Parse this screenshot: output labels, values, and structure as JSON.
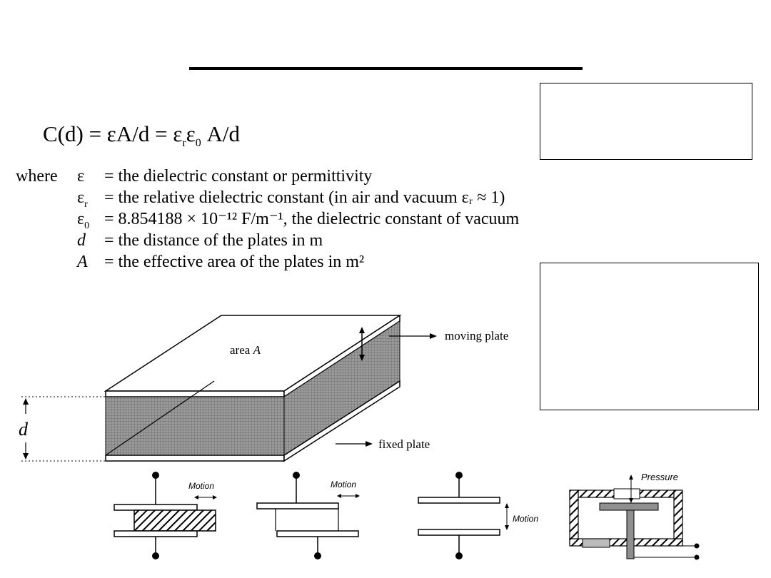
{
  "formula": {
    "lhs": "C(d)",
    "eq1": "= εA/d",
    "eq2": "= ε",
    "sub_r": "r",
    "mid": "ε",
    "sub_0": "0",
    "tail": " A/d"
  },
  "definitions": {
    "where": "where",
    "rows": [
      {
        "sym": "ε",
        "sub": "",
        "text": "= the dielectric constant or permittivity"
      },
      {
        "sym": "ε",
        "sub": "r",
        "text": "= the relative dielectric constant (in air and vacuum εᵣ ≈ 1)"
      },
      {
        "sym": "ε",
        "sub": "0",
        "text": "= 8.854188 × 10⁻¹² F/m⁻¹, the dielectric constant of vacuum"
      },
      {
        "sym": "d",
        "sub": "",
        "text": "= the distance of the plates in m"
      },
      {
        "sym": "A",
        "sub": "",
        "text": "= the effective area of the plates in m²"
      }
    ]
  },
  "diagram": {
    "area_label": "area",
    "area_symbol": "A",
    "moving_plate": "moving plate",
    "fixed_plate": "fixed plate",
    "d_label": "d"
  },
  "configs": {
    "motion_1": "Motion",
    "motion_2": "Motion",
    "motion_3": "Motion",
    "pressure": "Pressure"
  }
}
